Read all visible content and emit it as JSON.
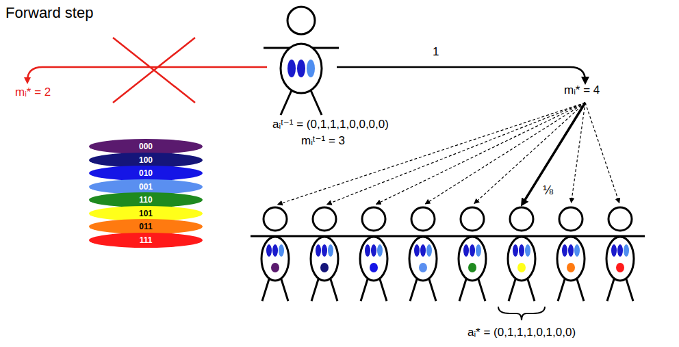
{
  "diagram": {
    "title": "Forward step",
    "labels": [
      "aᵢᵗ⁻¹ = (0,1,1,1,0,0,0,0)",
      "mᵢᵗ⁻¹ = 3",
      "mᵢ* = 2",
      "1",
      "mᵢ* = 4",
      "⅛",
      "aᵢ* = (0,1,1,1,0,1,0,0)"
    ],
    "legend": [
      {
        "text": "000",
        "color": "#5a1a6e"
      },
      {
        "text": "100",
        "color": "#15157a"
      },
      {
        "text": "010",
        "color": "#1515e6"
      },
      {
        "text": "001",
        "color": "#5a8ff0"
      },
      {
        "text": "110",
        "color": "#1f8a1f"
      },
      {
        "text": "101",
        "color": "#ffff1a"
      },
      {
        "text": "011",
        "color": "#ff7a10"
      },
      {
        "text": "111",
        "color": "#ff1a1a"
      }
    ]
  }
}
